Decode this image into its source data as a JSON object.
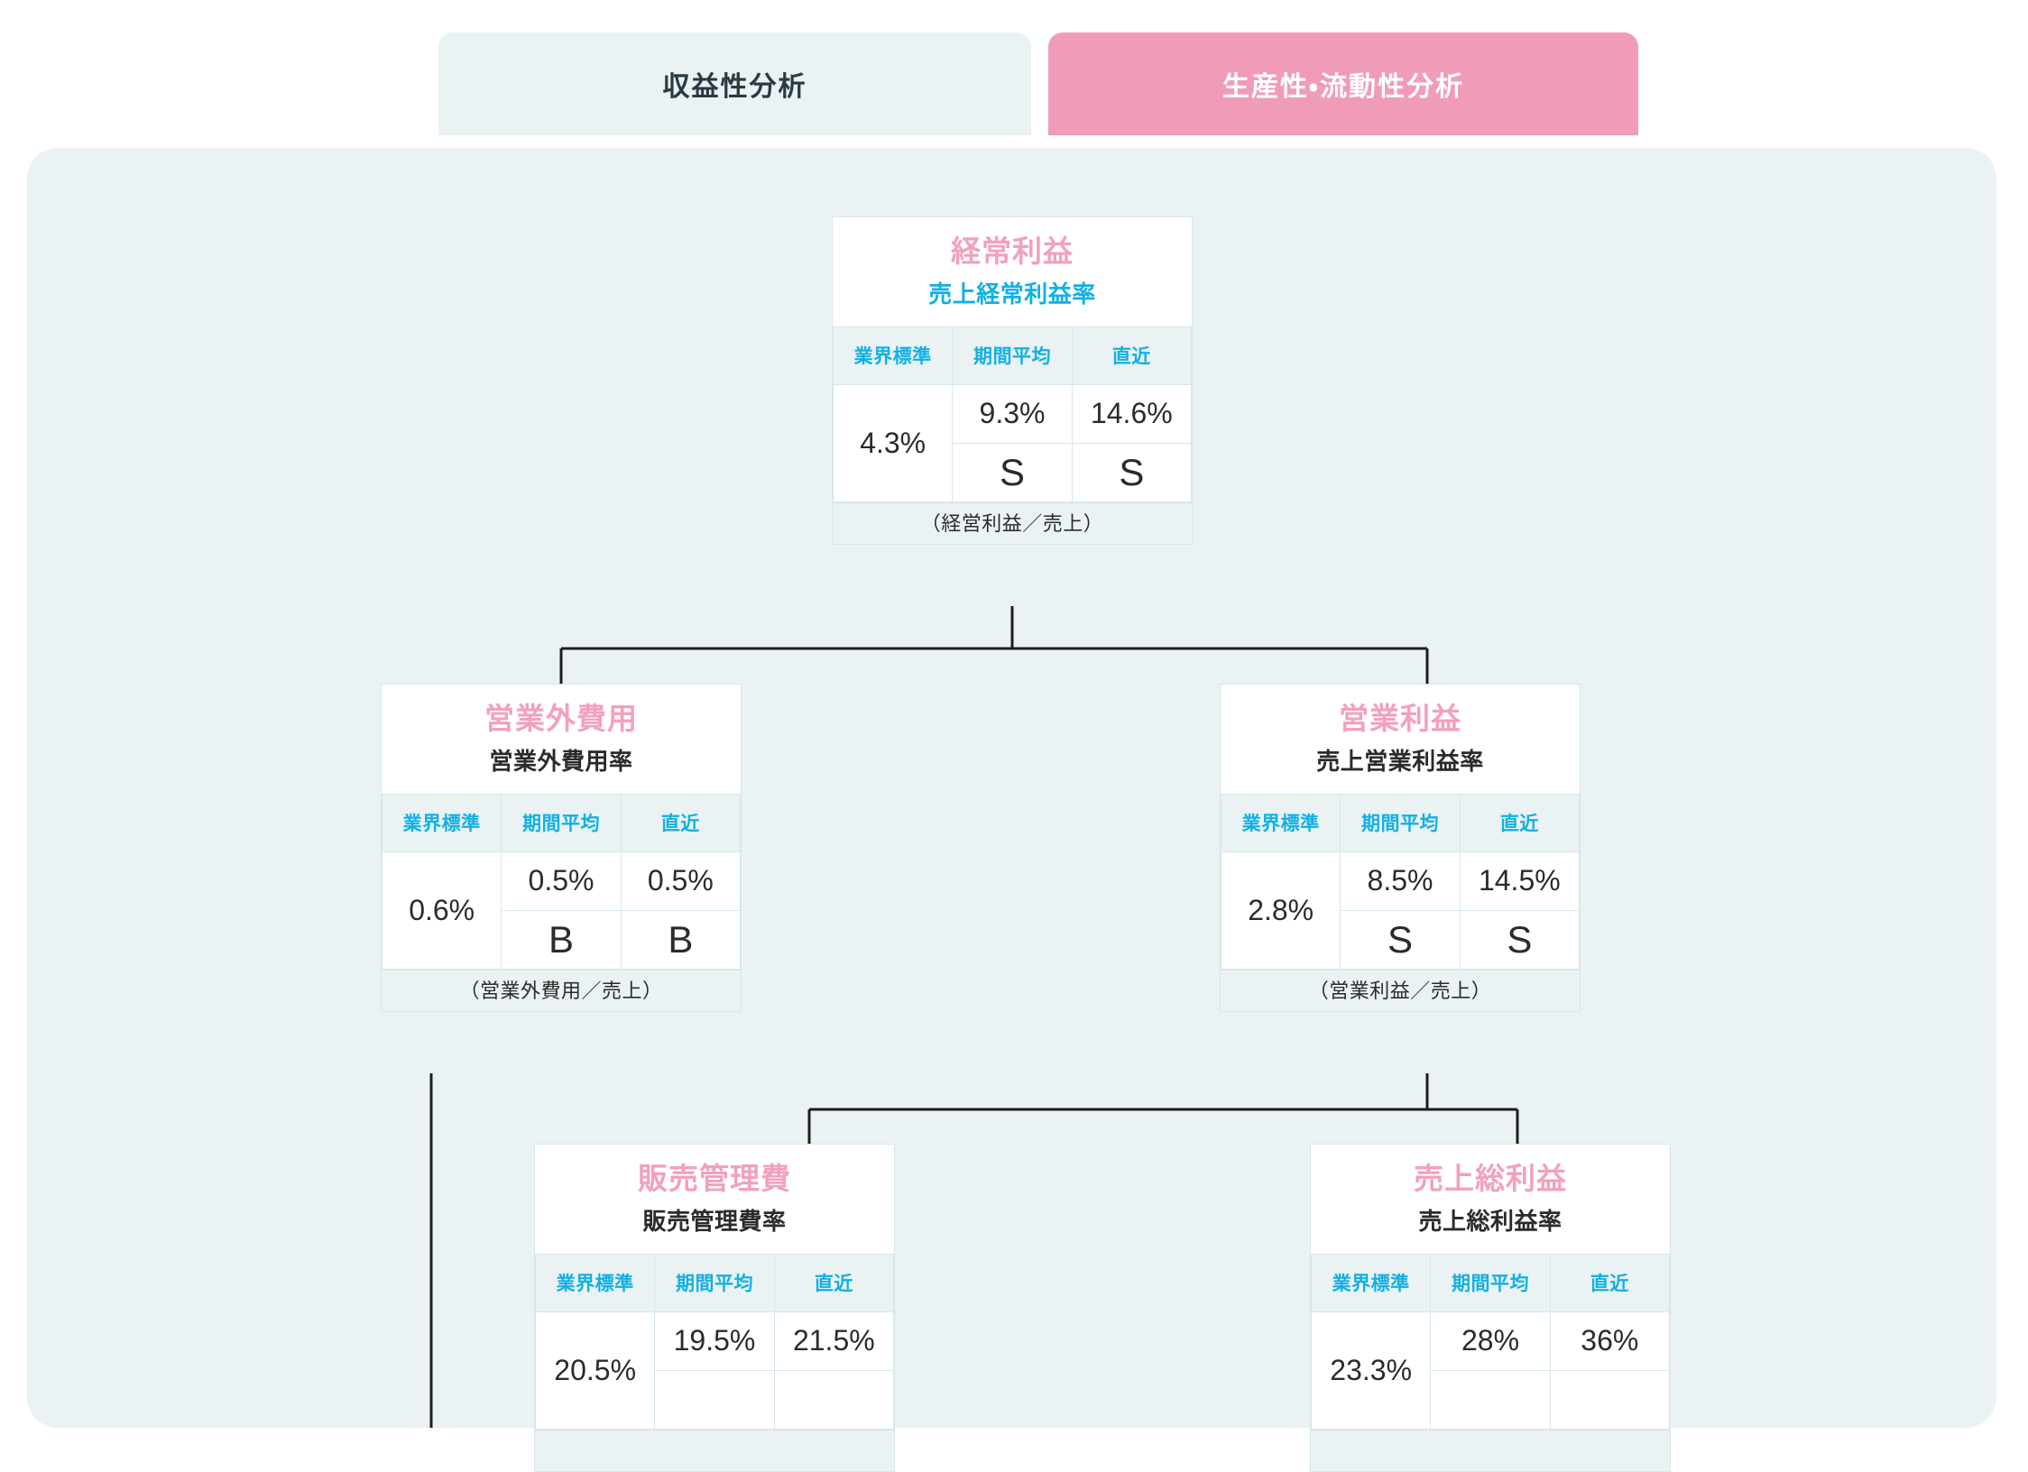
{
  "tabs": [
    {
      "label": "収益性分析",
      "active": false
    },
    {
      "label": "生産性・流動性分析",
      "active": true
    }
  ],
  "colors": {
    "panel_background": "#eaf2f3",
    "tab_active_background": "#f09cb8",
    "tab_inactive_background": "#eaf2f3",
    "node_title": "#f2a1bd",
    "header_text": "#11b0e4",
    "border": "#d6e7ea",
    "connector": "#1d1d1d"
  },
  "column_headers": {
    "industry_standard": "業界標準",
    "period_average": "期間平均",
    "latest": "直近"
  },
  "nodes": [
    {
      "id": "ordinary-profit",
      "title": "経常利益",
      "subtitle": "売上経常利益率",
      "subtitle_style": "blue",
      "industry_standard": "4.3%",
      "period_average_value": "9.3%",
      "period_average_grade": "S",
      "latest_value": "14.6%",
      "latest_grade": "S",
      "formula": "（経営利益／売上）"
    },
    {
      "id": "nonop-expense",
      "title": "営業外費用",
      "subtitle": "営業外費用率",
      "subtitle_style": "dark",
      "industry_standard": "0.6%",
      "period_average_value": "0.5%",
      "period_average_grade": "B",
      "latest_value": "0.5%",
      "latest_grade": "B",
      "formula": "（営業外費用／売上）"
    },
    {
      "id": "operating-profit",
      "title": "営業利益",
      "subtitle": "売上営業利益率",
      "subtitle_style": "dark",
      "industry_standard": "2.8%",
      "period_average_value": "8.5%",
      "period_average_grade": "S",
      "latest_value": "14.5%",
      "latest_grade": "S",
      "formula": "（営業利益／売上）"
    },
    {
      "id": "sga",
      "title": "販売管理費",
      "subtitle": "販売管理費率",
      "subtitle_style": "dark",
      "industry_standard": "20.5%",
      "period_average_value": "19.5%",
      "period_average_grade": "",
      "latest_value": "21.5%",
      "latest_grade": "",
      "formula": ""
    },
    {
      "id": "gross-profit",
      "title": "売上総利益",
      "subtitle": "売上総利益率",
      "subtitle_style": "dark",
      "industry_standard": "23.3%",
      "period_average_value": "28%",
      "period_average_grade": "",
      "latest_value": "36%",
      "latest_grade": "",
      "formula": ""
    }
  ]
}
